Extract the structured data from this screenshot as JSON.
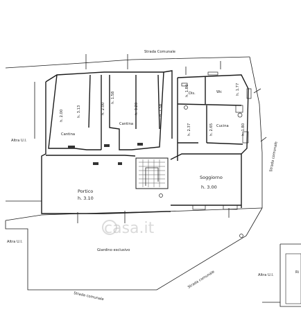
{
  "labels": {
    "strada_comunale_top": "Strada Comunale",
    "strada_comunale_right": "Strada comunale",
    "strada_comunale_mid": "Strada comunale",
    "strada_comunale_bottom": "Strada comunale",
    "altra_ui_left": "Altra U.I.",
    "altra_ui_left2": "Altra U.I.",
    "altra_ui_right": "Altra U.I.",
    "giardino": "Giardino esclusivo",
    "portico": "Portico",
    "portico_h": "h. 3.10",
    "soggiorno": "Soggiorno",
    "soggiorno_h": "h. 3.00",
    "cucina": "Cucina",
    "wc": "Wc",
    "dis": "Dis.",
    "cantina_1": "Cantina",
    "cantina_2": "Cantina",
    "ri_partial": "Ri"
  },
  "heights": {
    "h1": "h. 2.00",
    "h2": "h. 3.13",
    "h3": "h. 2.00",
    "h4": "h. 1.58",
    "h5": "h. 3.20",
    "h6": "h. 1.58",
    "h7": "h. 1.80",
    "h8": "h. 1.77",
    "h9": "h. 2.37",
    "h10": "h. 2.65",
    "h11": "h. 1.80"
  },
  "watermark": "casa.it"
}
